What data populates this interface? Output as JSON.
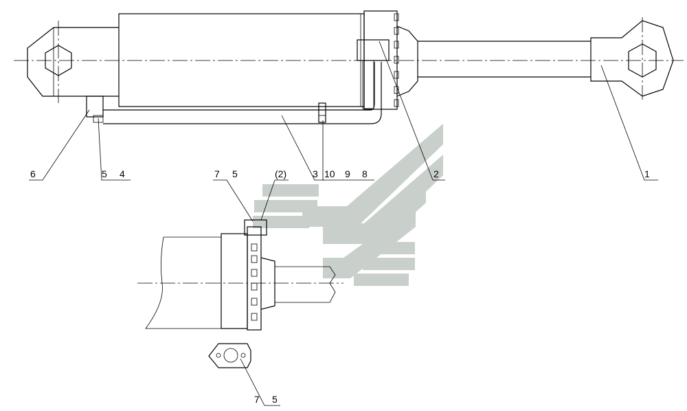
{
  "callouts": {
    "c1": "1",
    "c2": "2",
    "c3": "3",
    "c4": "4",
    "c5": "5",
    "c6": "6",
    "c8": "8",
    "c9": "9",
    "c10": "10",
    "c7a": "7",
    "c5a": "5",
    "c2b": "(2)",
    "c7b": "7",
    "c5b": "5"
  },
  "colors": {
    "line": "#000000",
    "watermark": "#c9cfcb",
    "background": "#ffffff"
  },
  "watermark": {
    "icon": "chevron-logo-icon"
  }
}
